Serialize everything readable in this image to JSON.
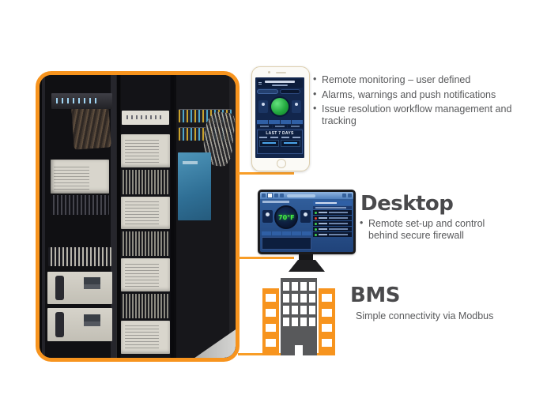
{
  "colors": {
    "accent_orange": "#F7941E",
    "heading_gray": "#4A4A4C",
    "body_gray": "#58595B",
    "screen_blue": "#12264C",
    "gauge_green": "#23A93F",
    "status_ok": "#3FD34F",
    "status_alarm": "#E8452C"
  },
  "mobile_section": {
    "bullets": [
      "Remote monitoring – user defined",
      "Alarms, warnings and push notifications",
      "Issue resolution workflow management and tracking"
    ],
    "phone_screen": {
      "panel_title": "LAST 7 DAYS"
    }
  },
  "desktop_section": {
    "title": "Desktop",
    "bullets": [
      "Remote set-up and control behind secure firewall"
    ],
    "monitor_screen": {
      "temperature": "70°F",
      "row_status": [
        "ok",
        "alarm",
        "ok",
        "ok",
        "ok"
      ]
    }
  },
  "bms_section": {
    "title": "BMS",
    "subtitle": "Simple connectivity via Modbus"
  }
}
